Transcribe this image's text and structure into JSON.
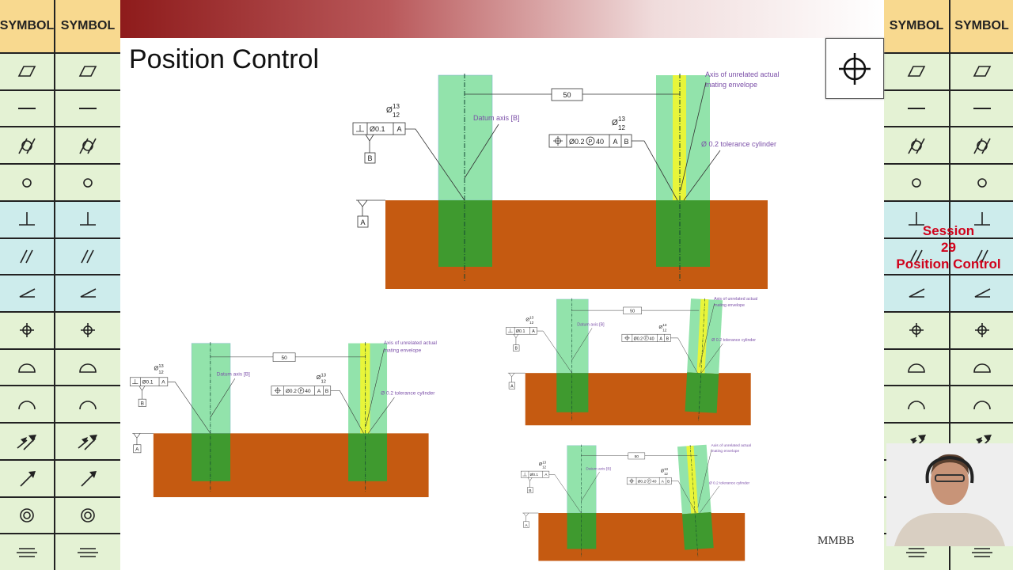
{
  "slide": {
    "title": "Position Control",
    "logo": "MMBB",
    "position_button_icon": "position-crosshair-icon"
  },
  "overlay": {
    "line1": "Session",
    "line2": "29",
    "line3": "Position Control"
  },
  "symbol_table": {
    "header": "SYMBOL",
    "symbols": [
      "flatness",
      "straightness",
      "cylindricity",
      "circularity",
      "perpendicularity",
      "parallelism",
      "angularity",
      "position",
      "profile-surface",
      "profile-line",
      "total-runout",
      "circular-runout",
      "concentricity",
      "symmetry"
    ]
  },
  "diagram": {
    "dimension": "50",
    "datum_axis_label": "Datum axis [B]",
    "axis_label_line1": "Axis of unrelated actual",
    "axis_label_line2": "mating envelope",
    "tolerance_label": "Ø 0.2 tolerance cylinder",
    "diameter_symbol": "Ø",
    "size_upper": "13",
    "size_lower": "12",
    "perp_tolerance": "Ø0.1",
    "pos_tolerance": "Ø0.2",
    "projected_modifier": "P",
    "projected_height": "40",
    "datum_a": "A",
    "datum_b": "B"
  },
  "colors": {
    "plate": "#c55a11",
    "pin": "#92e3ab",
    "pin_in_plate": "#3f9a2f",
    "tolerance_zone": "#e8f53a",
    "label": "#7b4fa8",
    "overlay_text": "#d0021b"
  }
}
